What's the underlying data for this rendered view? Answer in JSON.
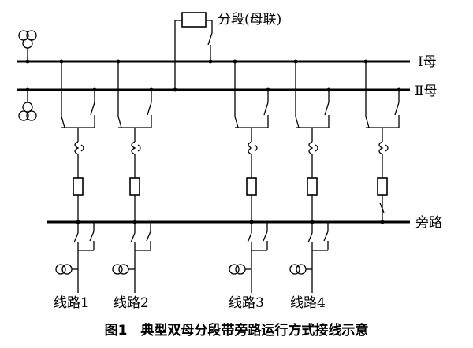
{
  "labels": {
    "coupler": "分段(母联)",
    "bus1": "Ⅰ母",
    "bus2": "Ⅱ母",
    "bypass": "旁路"
  },
  "feeders": [
    {
      "label": "线路1"
    },
    {
      "label": "线路2"
    },
    {
      "label": "线路3"
    },
    {
      "label": "线路4"
    },
    {
      "label": ""
    }
  ],
  "caption": "图1　典型双母分段带旁路运行方式接线示意"
}
